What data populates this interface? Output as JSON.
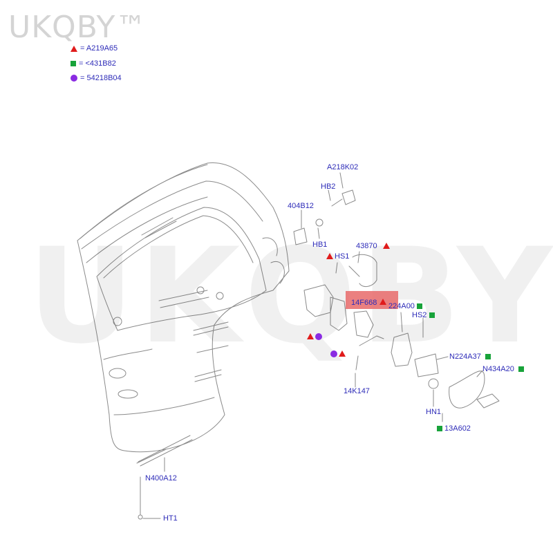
{
  "watermark": {
    "small": "UKQBY™",
    "large": "UKQBY™"
  },
  "legend": [
    {
      "marker": "red-triangle",
      "text": "= A219A65"
    },
    {
      "marker": "green-square",
      "text": "= <431B82"
    },
    {
      "marker": "purple-circle",
      "text": "= 54218B04"
    }
  ],
  "parts": {
    "a218k02": "A218K02",
    "hb2": "HB2",
    "p404b12": "404B12",
    "hb1": "HB1",
    "p43870": "43870",
    "hs1": "HS1",
    "p14f668": "14F668",
    "p224a00": "224A00",
    "hs2": "HS2",
    "n224a37": "N224A37",
    "n434a20": "N434A20",
    "p14k147": "14K147",
    "hn1": "HN1",
    "p13a602": "13A602",
    "n400a12": "N400A12",
    "ht1": "HT1"
  },
  "colors": {
    "label": "#2d2bb8",
    "triangle": "#e01b1b",
    "square": "#18a33a",
    "circle": "#8a2be2",
    "highlight": "#e86a6a"
  }
}
